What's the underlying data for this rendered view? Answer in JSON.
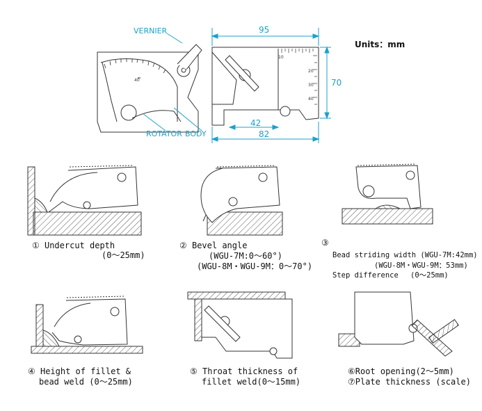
{
  "top_diagram": {
    "vernier_label": "VERNIER",
    "rotator_label": "ROTATOR",
    "body_label": "BODY",
    "dim_95": "95",
    "dim_70": "70",
    "dim_42": "42",
    "dim_82": "82",
    "units": "Units：mm"
  },
  "panels": [
    {
      "line1": "① Undercut depth",
      "line2": "(0～25mm)"
    },
    {
      "line1": "② Bevel angle",
      "line2": "(WGU-7M:0～60°)",
      "line3": "(WGU-8M・WGU-9M：0～70°)"
    },
    {
      "line1": "③",
      "line2": "Bead striding width (WGU-7M:42mm)",
      "line3": "(WGU-8M・WGU-9M：53mm)",
      "line4": "Step difference",
      "line5": "(0～25mm)"
    },
    {
      "line1": "④ Height of fillet &",
      "line2": "bead weld (0～25mm)"
    },
    {
      "line1": "⑤ Throat thickness of",
      "line2": "fillet weld(0～15mm)"
    },
    {
      "line1": "⑥Root opening(2～5mm)",
      "line2": "⑦Plate thickness (scale)"
    }
  ],
  "colors": {
    "dimension": "#1ea0c8",
    "line": "#333333",
    "hatch": "#555555"
  }
}
